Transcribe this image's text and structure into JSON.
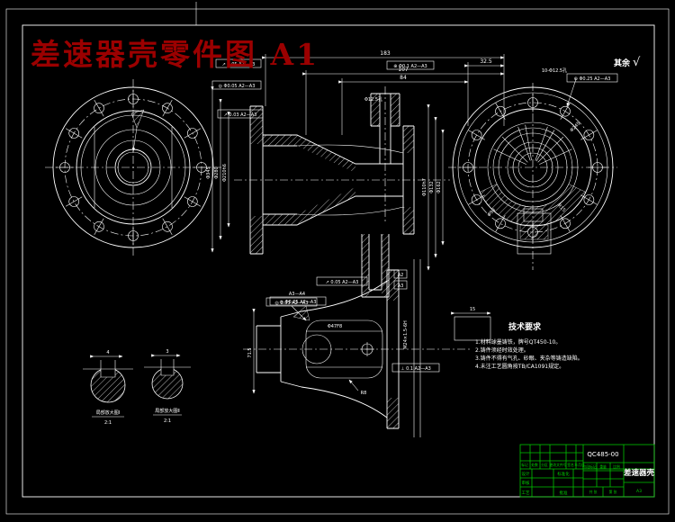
{
  "sheet": {
    "title": "差速器壳零件图 A1"
  },
  "roughness": {
    "label": "其余",
    "symbol": "√"
  },
  "section": {
    "dims": {
      "d1": "183",
      "d2": "32.5",
      "d3": "107",
      "d4": "84",
      "left1": "Φ345",
      "left2": "Φ280",
      "left3": "Φ210h6",
      "right1": "Φ110h7",
      "right2": "Φ132",
      "right3": "Φ162",
      "hole": "Φ12.5孔",
      "detail15": "15"
    },
    "frames": {
      "l1": "↗ 0.05 A2—A3",
      "l2": "◎ Φ0.05 A2—A3",
      "l3": "↗ 0.03 A2—A3",
      "r1": "⊕ Φ0.1 A2—A3",
      "b1": "◎ Φ0.05 A2—A3"
    },
    "datum1": "A2",
    "datum2": "A3"
  },
  "rightview": {
    "callout": "10-Φ12.5孔",
    "frame": "⊕ Φ0.25 A2—A3",
    "dim1": "Φ245",
    "dim2": "R15",
    "dim3": "Φ98"
  },
  "bottomview": {
    "f1": "↗ 0.05 A2—A3",
    "f2": "◎ 0.03 A2—A3",
    "f3": "⊥ 0.1 A2—A3",
    "label": "A3—A4",
    "thread": "M24×1.5-6H",
    "d1": "71.5",
    "d2": "Φ47F8",
    "d3": "R8"
  },
  "details": {
    "left": {
      "cap": "局部放大图Ⅰ",
      "scale": "2:1",
      "dim": "4"
    },
    "right": {
      "cap": "局部放大图Ⅱ",
      "scale": "2:1",
      "dim": "3"
    }
  },
  "tech": {
    "header": "技术要求",
    "items": [
      "1.材料球墨铸铁，牌号QT450-10。",
      "2.铸件须经时效处理。",
      "3.铸件不得有气孔、砂眼、夹杂等铸造缺陷。",
      "4.未注工艺圆角按TB/CA1091规定。"
    ]
  },
  "titleblock": {
    "drawing_no": "QC485-00",
    "part_name": "差速器壳",
    "sheet_size": "A3",
    "labels": {
      "mark": "标记",
      "count": "处数",
      "zone": "分区",
      "doc": "更改文件号",
      "sign": "签名",
      "date": "年月日",
      "design": "设计",
      "check": "审核",
      "craft": "工艺",
      "standard": "标准化",
      "approve": "批准",
      "stage": "阶段标记",
      "weight": "重量",
      "scale": "比例",
      "sheets": "共 张",
      "page": "第 张"
    }
  },
  "colors": {
    "line": "#ffffff",
    "table": "#00c400",
    "title": "#9b0000",
    "bg": "#000000"
  }
}
